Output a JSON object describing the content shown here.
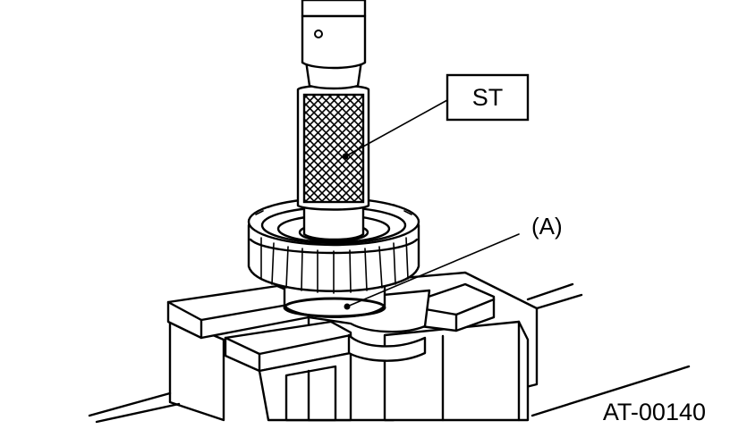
{
  "callouts": {
    "st": "ST",
    "a": "(A)"
  },
  "figure_code": "AT-00140",
  "colors": {
    "ink": "#000000",
    "paper": "#ffffff"
  }
}
